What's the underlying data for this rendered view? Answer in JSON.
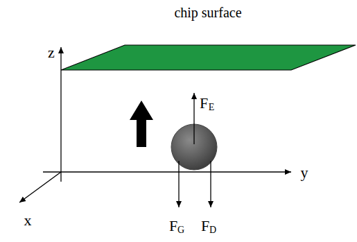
{
  "diagram": {
    "labels": [
      "chip surface",
      "z",
      "y",
      "x",
      "F",
      "E",
      "F",
      "G",
      "F",
      "D"
    ]
  }
}
